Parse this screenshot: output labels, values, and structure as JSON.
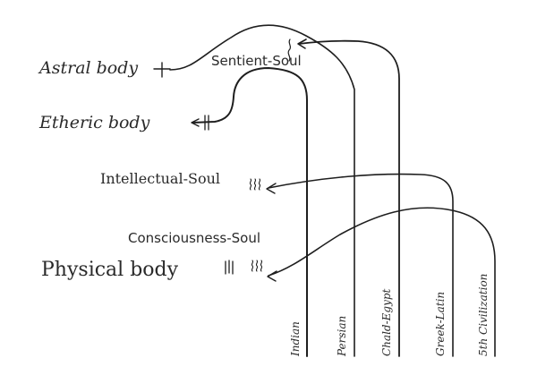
{
  "diagram": {
    "members": {
      "astral_body": "Astral body",
      "sentient_soul": "Sentient-Soul",
      "etheric_body": "Etheric body",
      "intellectual_soul": "Intellectual-Soul",
      "consciousness_soul": "Consciousness-Soul",
      "physical_body": "Physical body"
    },
    "civilizations": [
      "Indian",
      "Persian",
      "Chald-Egypt",
      "Greek-Latin",
      "5th Civilization"
    ],
    "colors": {
      "ink": "#1e1e1e",
      "background": "#ffffff"
    }
  }
}
